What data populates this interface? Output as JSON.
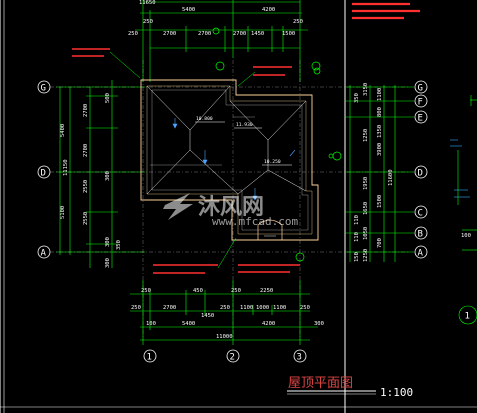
{
  "drawing": {
    "title": "屋顶平面图",
    "scale": "1:100",
    "top_total": "11650"
  },
  "top_dims": {
    "row1": [
      "5400",
      "4200"
    ],
    "row2": [
      "250",
      "2700",
      "2700",
      "1450",
      "2700",
      "1500"
    ],
    "row3": [
      "250",
      "250"
    ]
  },
  "bottom_dims": {
    "row1": [
      "250",
      "2700",
      "450",
      "2250",
      "250"
    ],
    "row2": [
      "250",
      "1450",
      "250",
      "1100",
      "1000",
      "1100",
      "250"
    ],
    "row3": [
      "100",
      "5400",
      "4200",
      "300"
    ],
    "total": "11000"
  },
  "left_dims": {
    "outer": [
      "5400",
      "5100"
    ],
    "inner": [
      "2700",
      "2700",
      "2550",
      "2550"
    ],
    "small": [
      "500",
      "300",
      "300",
      "300",
      "350"
    ],
    "total": "11150"
  },
  "right_dims": {
    "col1": [
      "3150",
      "1250",
      "1950",
      "1650",
      "1050",
      "1250"
    ],
    "col2": [
      "1100",
      "800",
      "1350",
      "3900",
      "1500",
      "700"
    ],
    "total": "11600",
    "small": [
      "350",
      "110",
      "110",
      "150"
    ]
  },
  "axes": {
    "left": [
      "G",
      "D",
      "A"
    ],
    "right": [
      "G",
      "F",
      "E",
      "D",
      "C",
      "B",
      "A"
    ],
    "bottom": [
      "1",
      "2",
      "3"
    ],
    "side": "1"
  },
  "elevations": [
    "10.800",
    "11.930",
    "10.250"
  ],
  "far_right": {
    "value": "100"
  },
  "watermark": {
    "brand": "沐风网",
    "url": "www.mfcad.com"
  }
}
